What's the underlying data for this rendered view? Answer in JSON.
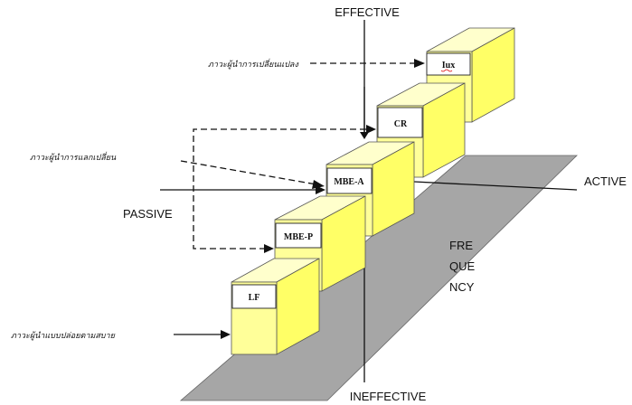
{
  "axis_labels": {
    "top": "EFFECTIVE",
    "bottom": "INEFFECTIVE",
    "left": "PASSIVE",
    "right": "ACTIVE",
    "frequency_1": "FRE",
    "frequency_2": "QUE",
    "frequency_3": "NCY"
  },
  "cubes": {
    "lux": "Iux",
    "cr": "CR",
    "mbe_a": "MBE-A",
    "mbe_p": "MBE-P",
    "lf": "LF"
  },
  "thai_labels": {
    "transformational": "ภาวะผู้นำการเปลี่ยนแปลง",
    "transactional": "ภาวะผู้นำการแลกเปลี่ยน",
    "laissez_faire": "ภาวะผู้นำแบบปล่อยตามสบาย"
  },
  "colors": {
    "cube_top": "#ffffcc",
    "cube_front": "#ffff99",
    "cube_side": "#ffff66",
    "floor": "#a6a6a6"
  }
}
